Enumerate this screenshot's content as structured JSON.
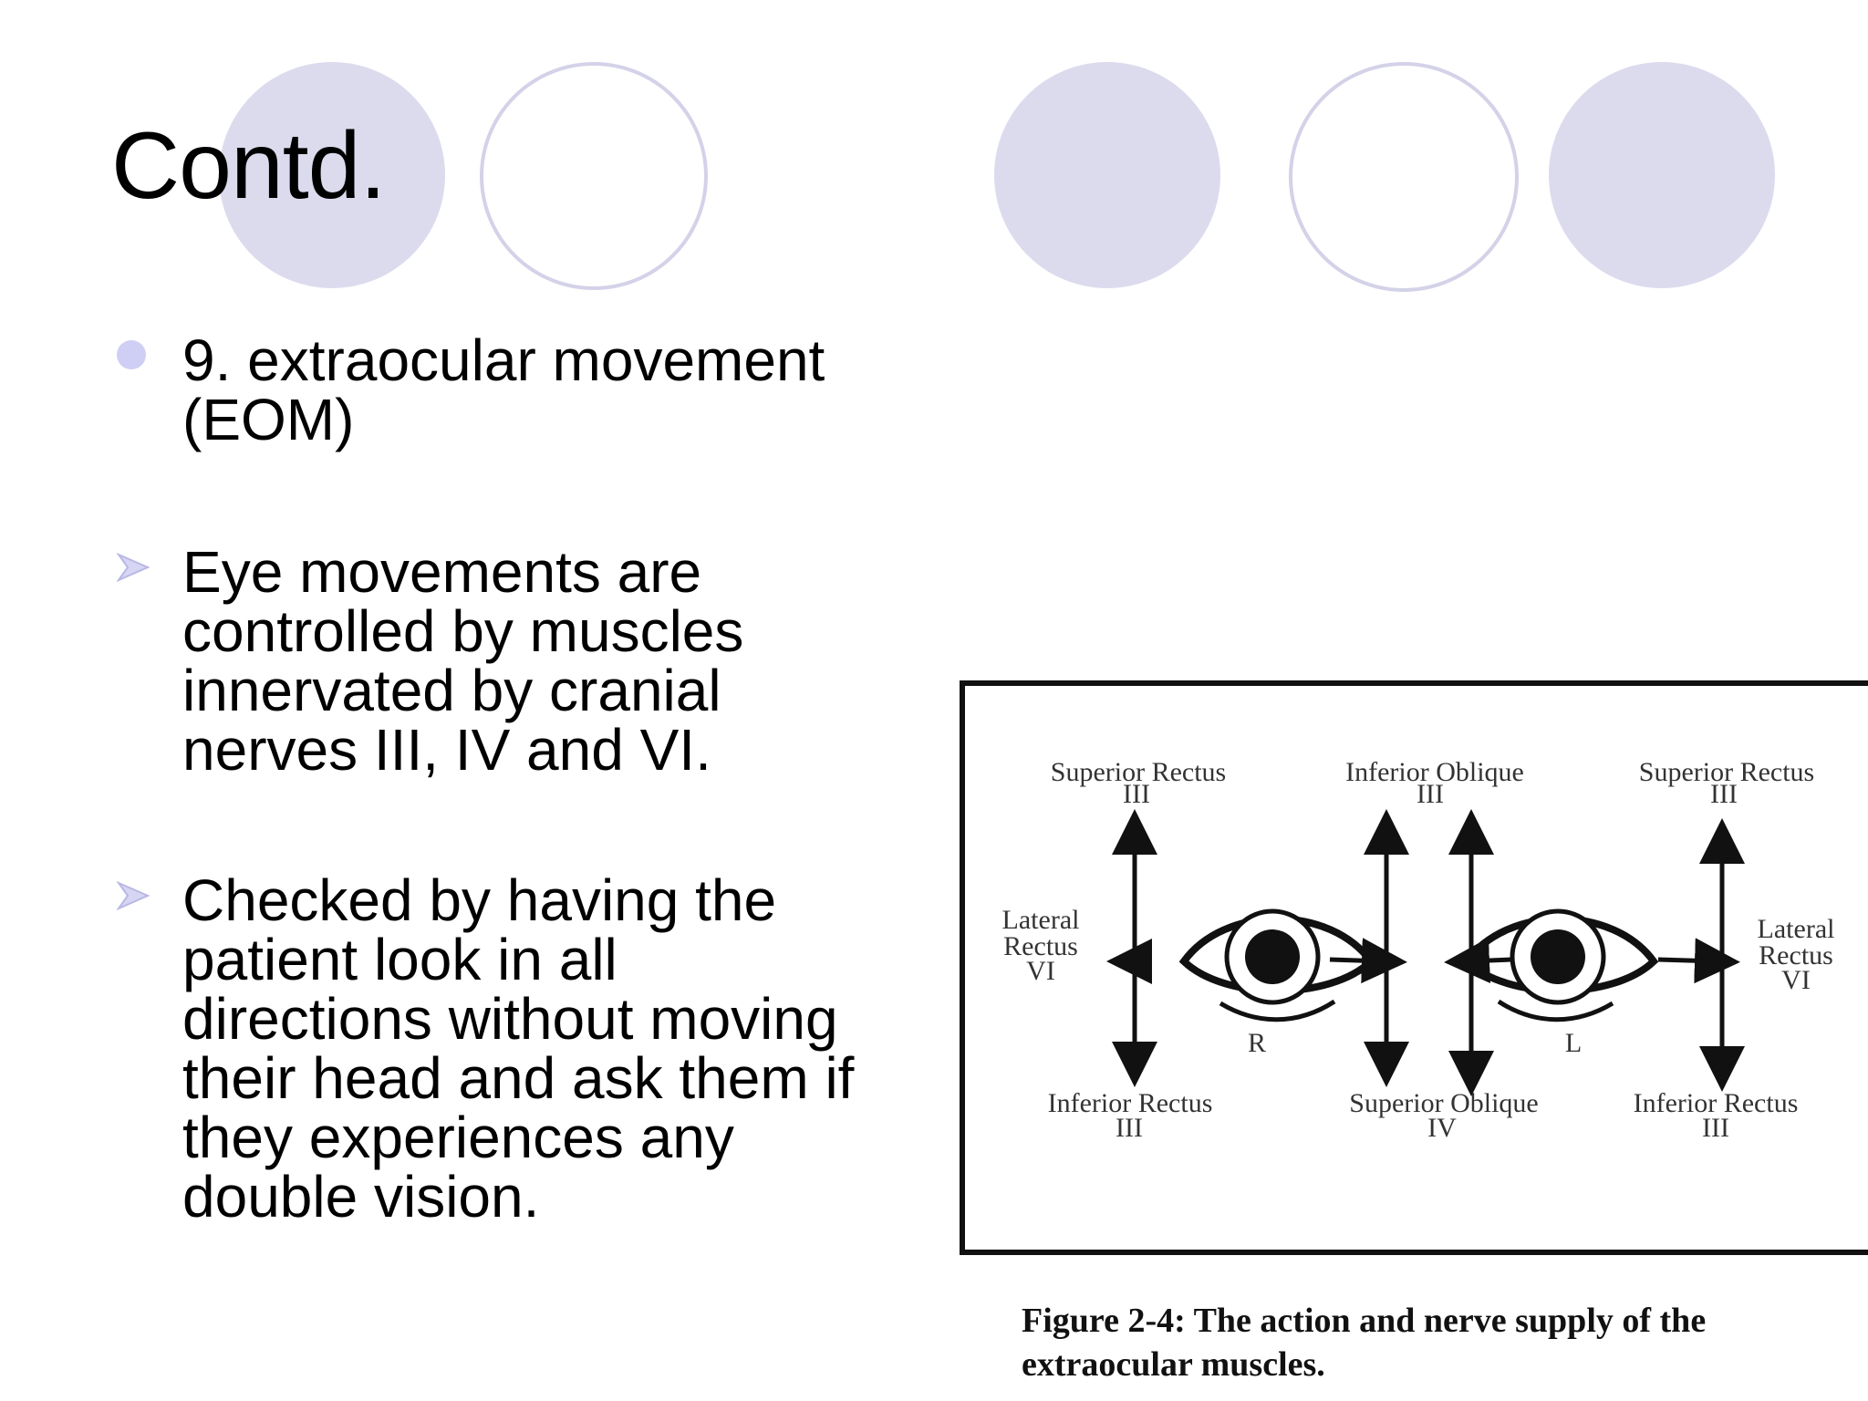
{
  "slide": {
    "title": "Contd.",
    "bullets": [
      {
        "marker": "dot-icon",
        "text": "9. extraocular movement\n(EOM)"
      },
      {
        "marker": "arrow-icon",
        "text": "Eye movements are\ncontrolled by muscles\ninnervated by cranial\nnerves III, IV and VI."
      },
      {
        "marker": "arrow-icon",
        "text": "Checked by having the\npatient look in all\ndirections without moving\ntheir head and ask them if\nthey experiences any\ndouble vision."
      }
    ]
  },
  "figure": {
    "labels": {
      "sr_left": "Superior Rectus",
      "sr_left_nerve": "III",
      "io": "Inferior Oblique",
      "io_nerve": "III",
      "sr_right": "Superior Rectus",
      "sr_right_nerve": "III",
      "lr_left_1": "Lateral",
      "lr_left_2": "Rectus",
      "lr_left_nerve": "VI",
      "lr_right_1": "Lateral",
      "lr_right_2": "Rectus",
      "lr_right_nerve": "VI",
      "eye_r": "R",
      "eye_l": "L",
      "ir_left": "Inferior Rectus",
      "ir_left_nerve": "III",
      "so": "Superior Oblique",
      "so_nerve": "IV",
      "ir_right": "Inferior Rectus",
      "ir_right_nerve": "III"
    },
    "caption": "Figure 2-4: The action and nerve supply of the\nextraocular muscles."
  },
  "colors": {
    "circle_fill": "#dcdbee",
    "circle_ring": "#d3d2e8",
    "bullet": "#cfcef4"
  }
}
